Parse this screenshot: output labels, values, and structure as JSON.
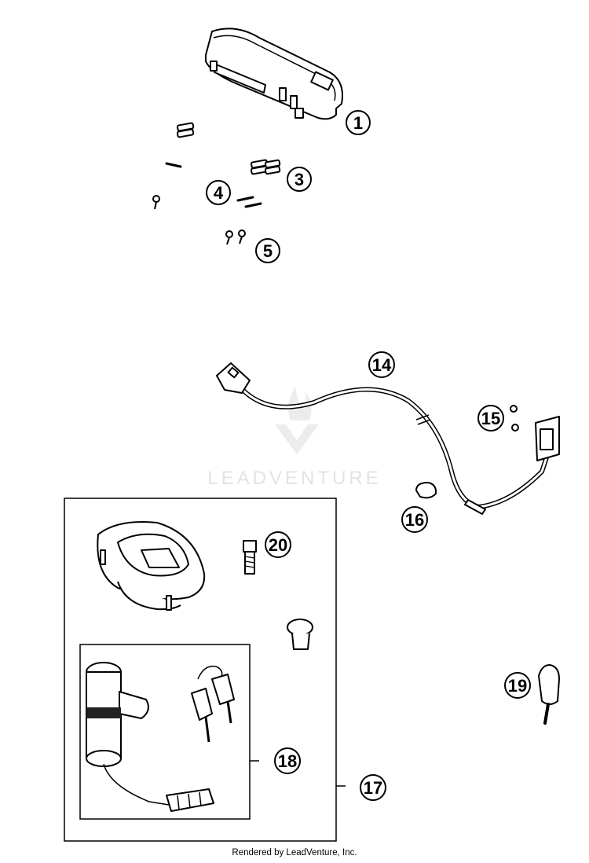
{
  "watermark": {
    "brand": "LEADVENTURE"
  },
  "footer": {
    "text": "Rendered by LeadVenture, Inc."
  },
  "callouts": [
    {
      "id": "c1",
      "label": "1"
    },
    {
      "id": "c3",
      "label": "3"
    },
    {
      "id": "c4",
      "label": "4"
    },
    {
      "id": "c5",
      "label": "5"
    },
    {
      "id": "c14",
      "label": "14"
    },
    {
      "id": "c15",
      "label": "15"
    },
    {
      "id": "c16",
      "label": "16"
    },
    {
      "id": "c17",
      "label": "17"
    },
    {
      "id": "c18",
      "label": "18"
    },
    {
      "id": "c19",
      "label": "19"
    },
    {
      "id": "c20",
      "label": "20"
    }
  ]
}
